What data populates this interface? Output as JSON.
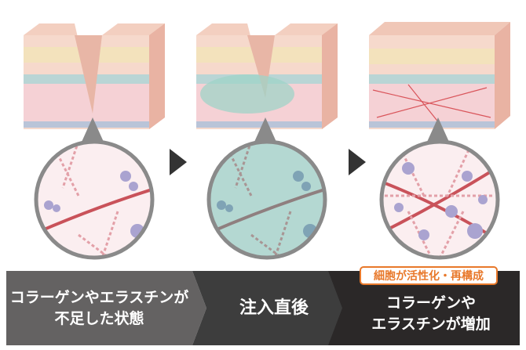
{
  "steps": [
    {
      "label_line1": "コラーゲンやエラスチンが",
      "label_line2": "不足した状態"
    },
    {
      "label": "注入直後"
    },
    {
      "label_line1": "コラーゲンや",
      "label_line2": "エラスチンが増加",
      "badge": "細胞が活性化・再構成"
    }
  ],
  "colors": {
    "step1": "#646262",
    "step2": "#3d3d3d",
    "step3": "#2b2828",
    "badge": "#e8782a",
    "filler": "#9fd3c7"
  }
}
